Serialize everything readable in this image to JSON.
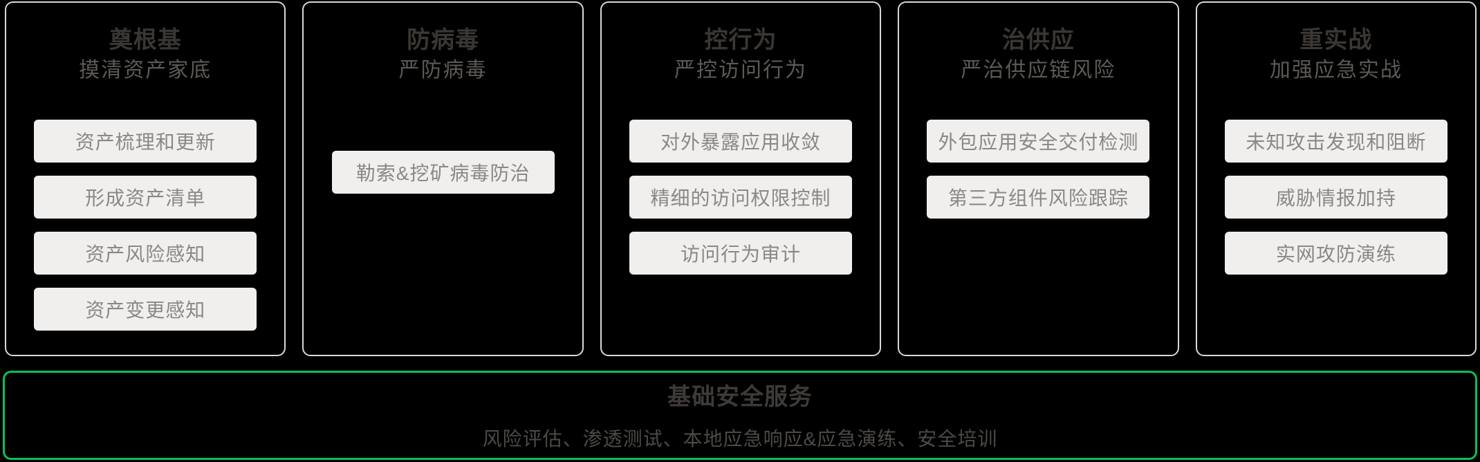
{
  "columns": [
    {
      "title": "奠根基",
      "subtitle": "摸清资产家底",
      "items": [
        "资产梳理和更新",
        "形成资产清单",
        "资产风险感知",
        "资产变更感知"
      ]
    },
    {
      "title": "防病毒",
      "subtitle": "严防病毒",
      "items": [
        "勒索&挖矿病毒防治"
      ]
    },
    {
      "title": "控行为",
      "subtitle": "严控访问行为",
      "items": [
        "对外暴露应用收敛",
        "精细的访问权限控制",
        "访问行为审计"
      ]
    },
    {
      "title": "治供应",
      "subtitle": "严治供应链风险",
      "items": [
        "外包应用安全交付检测",
        "第三方组件风险跟踪"
      ]
    },
    {
      "title": "重实战",
      "subtitle": "加强应急实战",
      "items": [
        "未知攻击发现和阻断",
        "威胁情报加持",
        "实网攻防演练"
      ]
    }
  ],
  "footer": {
    "title": "基础安全服务",
    "subtitle": "风险评估、渗透测试、本地应急响应&应急演练、安全培训"
  },
  "colors": {
    "background": "#000000",
    "card_border": "#d8d8d8",
    "item_box_bg": "#f0efee",
    "item_box_text": "#8b8884",
    "pillar_title": "#3a3633",
    "pillar_subtitle": "#5d5a56",
    "accent_green": "#0bbf58",
    "footer_title": "#3e3a37",
    "footer_subtitle": "#4d4a47"
  }
}
